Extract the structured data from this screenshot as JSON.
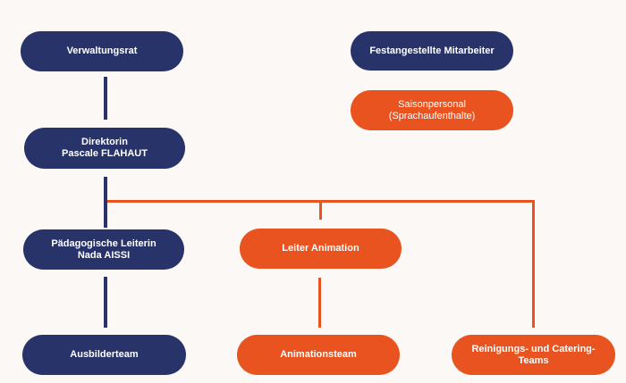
{
  "colors": {
    "staff": "#283469",
    "seasonal": "#e9531f",
    "background": "#fbf8f5"
  },
  "legend": {
    "permanent": "Festangestellte Mitarbeiter",
    "seasonal": "Saisonpersonal\n(Sprachaufenthalte)"
  },
  "nodes": {
    "board": "Verwaltungsrat",
    "director": "Direktorin\nPascale FLAHAUT",
    "pedagogical_lead": "Pädagogische Leiterin\nNada AISSI",
    "trainer_team": "Ausbilderteam",
    "animation_lead": "Leiter Animation",
    "animation_team": "Animationsteam",
    "cleaning_team": "Reinigungs- und Catering-\nTeams"
  }
}
